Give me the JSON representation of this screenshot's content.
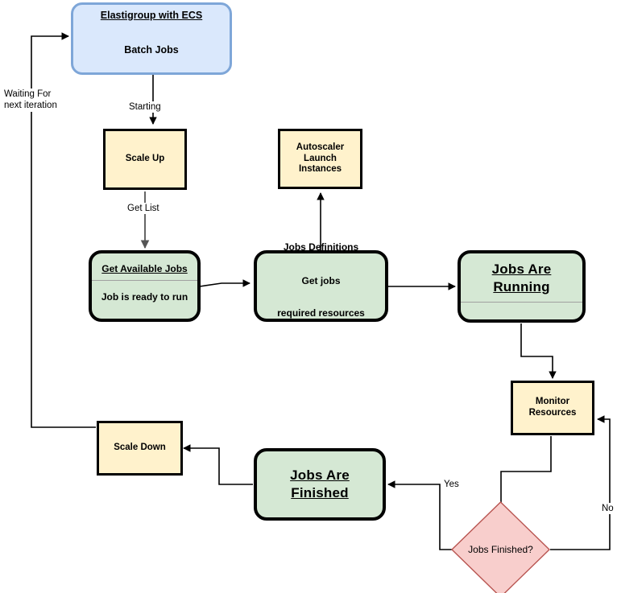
{
  "diagram": {
    "title": "Elastigroup with ECS batch jobs autoscaling flow",
    "colors": {
      "blue_fill": "#dae8fc",
      "blue_stroke": "#7ea6d8",
      "yellow_fill": "#fff2cc",
      "green_fill": "#d5e8d4",
      "red_fill": "#f8cecc",
      "red_stroke": "#b85450",
      "stroke": "#000000",
      "divider": "#a0a0a0"
    },
    "nodes": {
      "elastigroup": {
        "title": "Elastigroup with ECS",
        "body": "Batch Jobs"
      },
      "scale_up": {
        "body": "Scale Up"
      },
      "autoscaler": {
        "body": "Autoscaler\nLaunch\nInstances",
        "line1": "Autoscaler",
        "line2": "Launch",
        "line3": "Instances"
      },
      "get_available_jobs": {
        "title": "Get Available Jobs",
        "body": "Job is ready to run"
      },
      "jobs_definitions": {
        "title": "Jobs Definitions",
        "line1": "Get jobs",
        "line2": "required resources"
      },
      "jobs_are_running": {
        "line1": "Jobs Are ",
        "line2": "Running"
      },
      "monitor_resources": {
        "line1": "Monitor",
        "line2": "Resources"
      },
      "jobs_finished_decision": {
        "label": "Jobs Finished?"
      },
      "jobs_are_finished": {
        "line1": "Jobs Are ",
        "line2": "Finished"
      },
      "scale_down": {
        "body": "Scale Down"
      }
    },
    "edge_labels": {
      "starting": "Starting",
      "get_list": "Get List",
      "yes": "Yes",
      "no": "No",
      "waiting_line1": "Waiting For",
      "waiting_line2": "next iteration"
    }
  }
}
